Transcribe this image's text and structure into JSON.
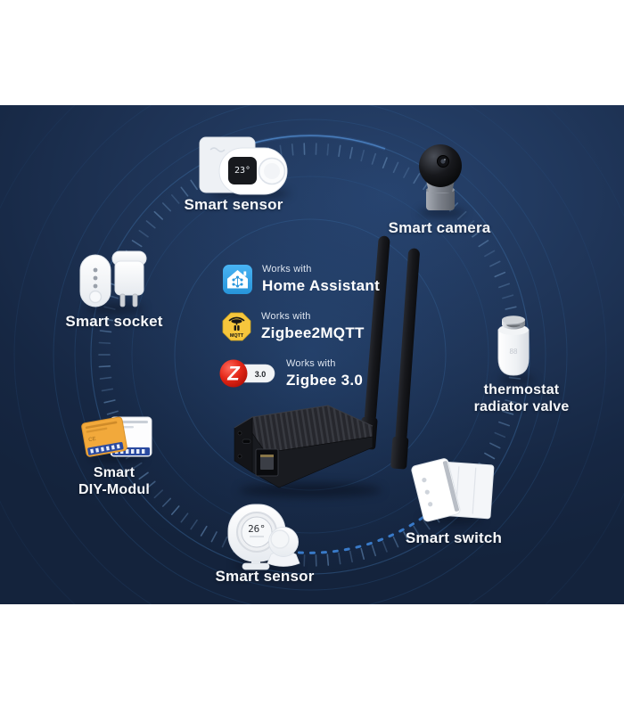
{
  "hero": {
    "bg_colors": [
      "#27436e",
      "#1e3355",
      "#14233c"
    ],
    "ring_color": "#3d70a8",
    "tick_color": "#5a7ea8",
    "dotted_arc_color": "#3f8ae0"
  },
  "badges": [
    {
      "icon": "home-assistant-icon",
      "icon_bg": "#35a3e9",
      "works_with": "Works with",
      "name": "Home Assistant"
    },
    {
      "icon": "zigbee2mqtt-icon",
      "icon_bg": "#f6c63c",
      "icon_caption": "MQTT",
      "works_with": "Works with",
      "name": "Zigbee2MQTT"
    },
    {
      "icon": "zigbee-3.0-icon",
      "icon_bg": "#e02318",
      "icon_letter": "Z",
      "icon_version": "3.0",
      "works_with": "Works with",
      "name": "Zigbee 3.0"
    }
  ],
  "devices": {
    "sensor_top": {
      "label": "Smart sensor",
      "display": "23°"
    },
    "camera": {
      "label": "Smart camera"
    },
    "socket": {
      "label": "Smart socket"
    },
    "valve": {
      "label_line1": "thermostat",
      "label_line2": "radiator valve"
    },
    "diy_module": {
      "label_line1": "Smart",
      "label_line2": "DIY-Modul"
    },
    "switch": {
      "label": "Smart switch"
    },
    "sensor_bottom": {
      "label": "Smart sensor",
      "display": "26°"
    }
  }
}
